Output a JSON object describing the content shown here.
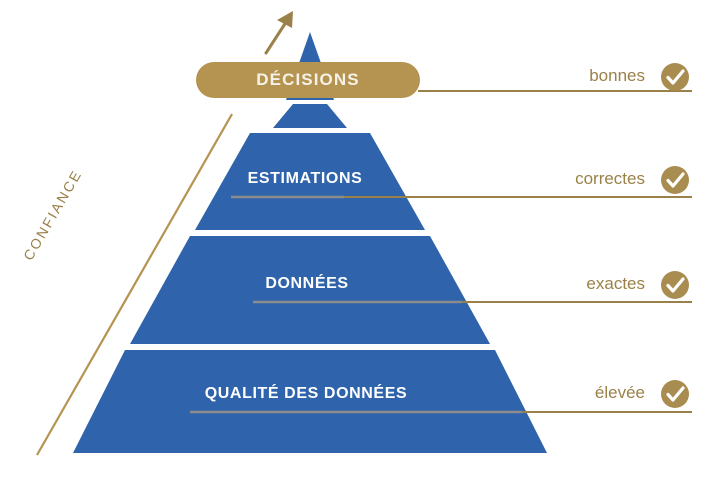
{
  "diagram": {
    "title_text": "",
    "colors": {
      "pyramid_blue": "#2f63ab",
      "gold": "#b59351",
      "gold_dark": "#9a8149",
      "line_gray": "#8c8c8c",
      "background": "#ffffff",
      "check_white": "#ffffff"
    },
    "axis": {
      "label": "CONFIANCE",
      "name": "confiance-axis"
    },
    "arrow": {
      "name": "growth-arrow",
      "direction": "up-right"
    },
    "top_pill": {
      "label": "DÉCISIONS",
      "fill": "#b59351"
    },
    "levels": [
      {
        "id": "decisions",
        "label": "DÉCISIONS",
        "value": "bonnes",
        "checked": true,
        "check_icon": "check-circle-icon"
      },
      {
        "id": "estimations",
        "label": "ESTIMATIONS",
        "value": "correctes",
        "checked": true,
        "check_icon": "check-circle-icon"
      },
      {
        "id": "donnees",
        "label": "DONNÉES",
        "value": "exactes",
        "checked": true,
        "check_icon": "check-circle-icon"
      },
      {
        "id": "qualite-des-donnees",
        "label": "QUALITÉ DES DONNÉES",
        "value": "élevée",
        "checked": true,
        "check_icon": "check-circle-icon"
      }
    ]
  }
}
